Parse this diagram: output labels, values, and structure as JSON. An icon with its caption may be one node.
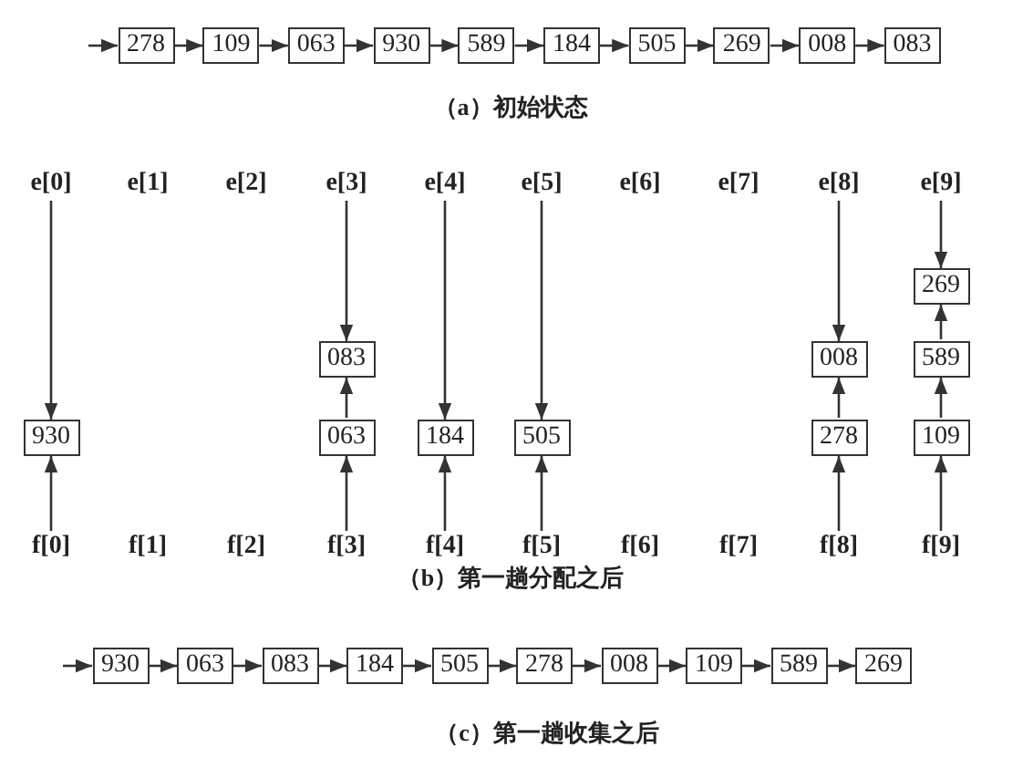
{
  "diagram": {
    "nodes": [
      {
        "text": [
          "278"
        ]
      },
      {
        "text": [
          "109"
        ]
      },
      {
        "text": [
          "063"
        ]
      },
      {
        "text": [
          "930"
        ]
      },
      {
        "text": [
          "589"
        ]
      },
      {
        "text": [
          "184"
        ]
      },
      {
        "text": [
          "505"
        ]
      },
      {
        "text": [
          "269"
        ]
      },
      {
        "text": [
          "008"
        ]
      },
      {
        "text": [
          "083"
        ]
      },
      {
        "text": [
          "e[0]"
        ]
      },
      {
        "text": [
          "e[3]"
        ]
      },
      {
        "text": [
          "e[4]"
        ]
      },
      {
        "text": [
          "e[5]"
        ]
      },
      {
        "text": [
          "e[8]"
        ]
      },
      {
        "text": [
          "e[9]"
        ]
      },
      {
        "text": [
          "930"
        ]
      },
      {
        "text": [
          "083"
        ]
      },
      {
        "text": [
          "063"
        ]
      },
      {
        "text": [
          "184"
        ]
      },
      {
        "text": [
          "505"
        ]
      },
      {
        "text": [
          "008"
        ]
      },
      {
        "text": [
          "278"
        ]
      },
      {
        "text": [
          "269"
        ]
      },
      {
        "text": [
          "589"
        ]
      },
      {
        "text": [
          "109"
        ]
      },
      {
        "text": [
          "f[0]"
        ]
      },
      {
        "text": [
          "f[3]"
        ]
      },
      {
        "text": [
          "f[4]"
        ]
      },
      {
        "text": [
          "f[5]"
        ]
      },
      {
        "text": [
          "f[8]"
        ]
      },
      {
        "text": [
          "f[9]"
        ]
      },
      {
        "text": [
          "930"
        ]
      },
      {
        "text": [
          "063"
        ]
      },
      {
        "text": [
          "083"
        ]
      },
      {
        "text": [
          "184"
        ]
      },
      {
        "text": [
          "505"
        ]
      },
      {
        "text": [
          "278"
        ]
      },
      {
        "text": [
          "008"
        ]
      },
      {
        "text": [
          "109"
        ]
      },
      {
        "text": [
          "589"
        ]
      },
      {
        "text": [
          "269"
        ]
      }
    ],
    "edges": [
      {
        "from": null,
        "to": 0,
        "arrow": "to"
      },
      {
        "from": 0,
        "to": 1,
        "arrow": "to"
      },
      {
        "from": 1,
        "to": 2,
        "arrow": "to"
      },
      {
        "from": 2,
        "to": 3,
        "arrow": "to"
      },
      {
        "from": 3,
        "to": 4,
        "arrow": "to"
      },
      {
        "from": 4,
        "to": 5,
        "arrow": "to"
      },
      {
        "from": 5,
        "to": 6,
        "arrow": "to"
      },
      {
        "from": 6,
        "to": 7,
        "arrow": "to"
      },
      {
        "from": 7,
        "to": 8,
        "arrow": "to"
      },
      {
        "from": 8,
        "to": 9,
        "arrow": "to"
      },
      {
        "from": 10,
        "to": 16,
        "arrow": "to"
      },
      {
        "from": 26,
        "to": 16,
        "arrow": "to"
      },
      {
        "from": 11,
        "to": 17,
        "arrow": "to"
      },
      {
        "from": 18,
        "to": 17,
        "arrow": "to"
      },
      {
        "from": 27,
        "to": 18,
        "arrow": "to"
      },
      {
        "from": 12,
        "to": 19,
        "arrow": "to"
      },
      {
        "from": 28,
        "to": 19,
        "arrow": "to"
      },
      {
        "from": 13,
        "to": 20,
        "arrow": "to"
      },
      {
        "from": 29,
        "to": 20,
        "arrow": "to"
      },
      {
        "from": 14,
        "to": 21,
        "arrow": "to"
      },
      {
        "from": 22,
        "to": 21,
        "arrow": "to"
      },
      {
        "from": 30,
        "to": 22,
        "arrow": "to"
      },
      {
        "from": 15,
        "to": 23,
        "arrow": "to"
      },
      {
        "from": 24,
        "to": 23,
        "arrow": "to"
      },
      {
        "from": 25,
        "to": 24,
        "arrow": "to"
      },
      {
        "from": 31,
        "to": 25,
        "arrow": "to"
      },
      {
        "from": null,
        "to": 32,
        "arrow": "to"
      },
      {
        "from": 32,
        "to": 33,
        "arrow": "to"
      },
      {
        "from": 33,
        "to": 34,
        "arrow": "to"
      },
      {
        "from": 34,
        "to": 35,
        "arrow": "to"
      },
      {
        "from": 35,
        "to": 36,
        "arrow": "to"
      },
      {
        "from": 36,
        "to": 37,
        "arrow": "to"
      },
      {
        "from": 37,
        "to": 38,
        "arrow": "to"
      },
      {
        "from": 38,
        "to": 39,
        "arrow": "to"
      },
      {
        "from": 39,
        "to": 40,
        "arrow": "to"
      },
      {
        "from": 40,
        "to": 41,
        "arrow": "to"
      }
    ],
    "labels": [
      "（a）初始状态",
      "e[1]",
      "e[2]",
      "e[6]",
      "e[7]",
      "f[1]",
      "f[2]",
      "f[6]",
      "f[7]",
      "（b）第一趟分配之后",
      "（c）第一趟收集之后"
    ]
  }
}
